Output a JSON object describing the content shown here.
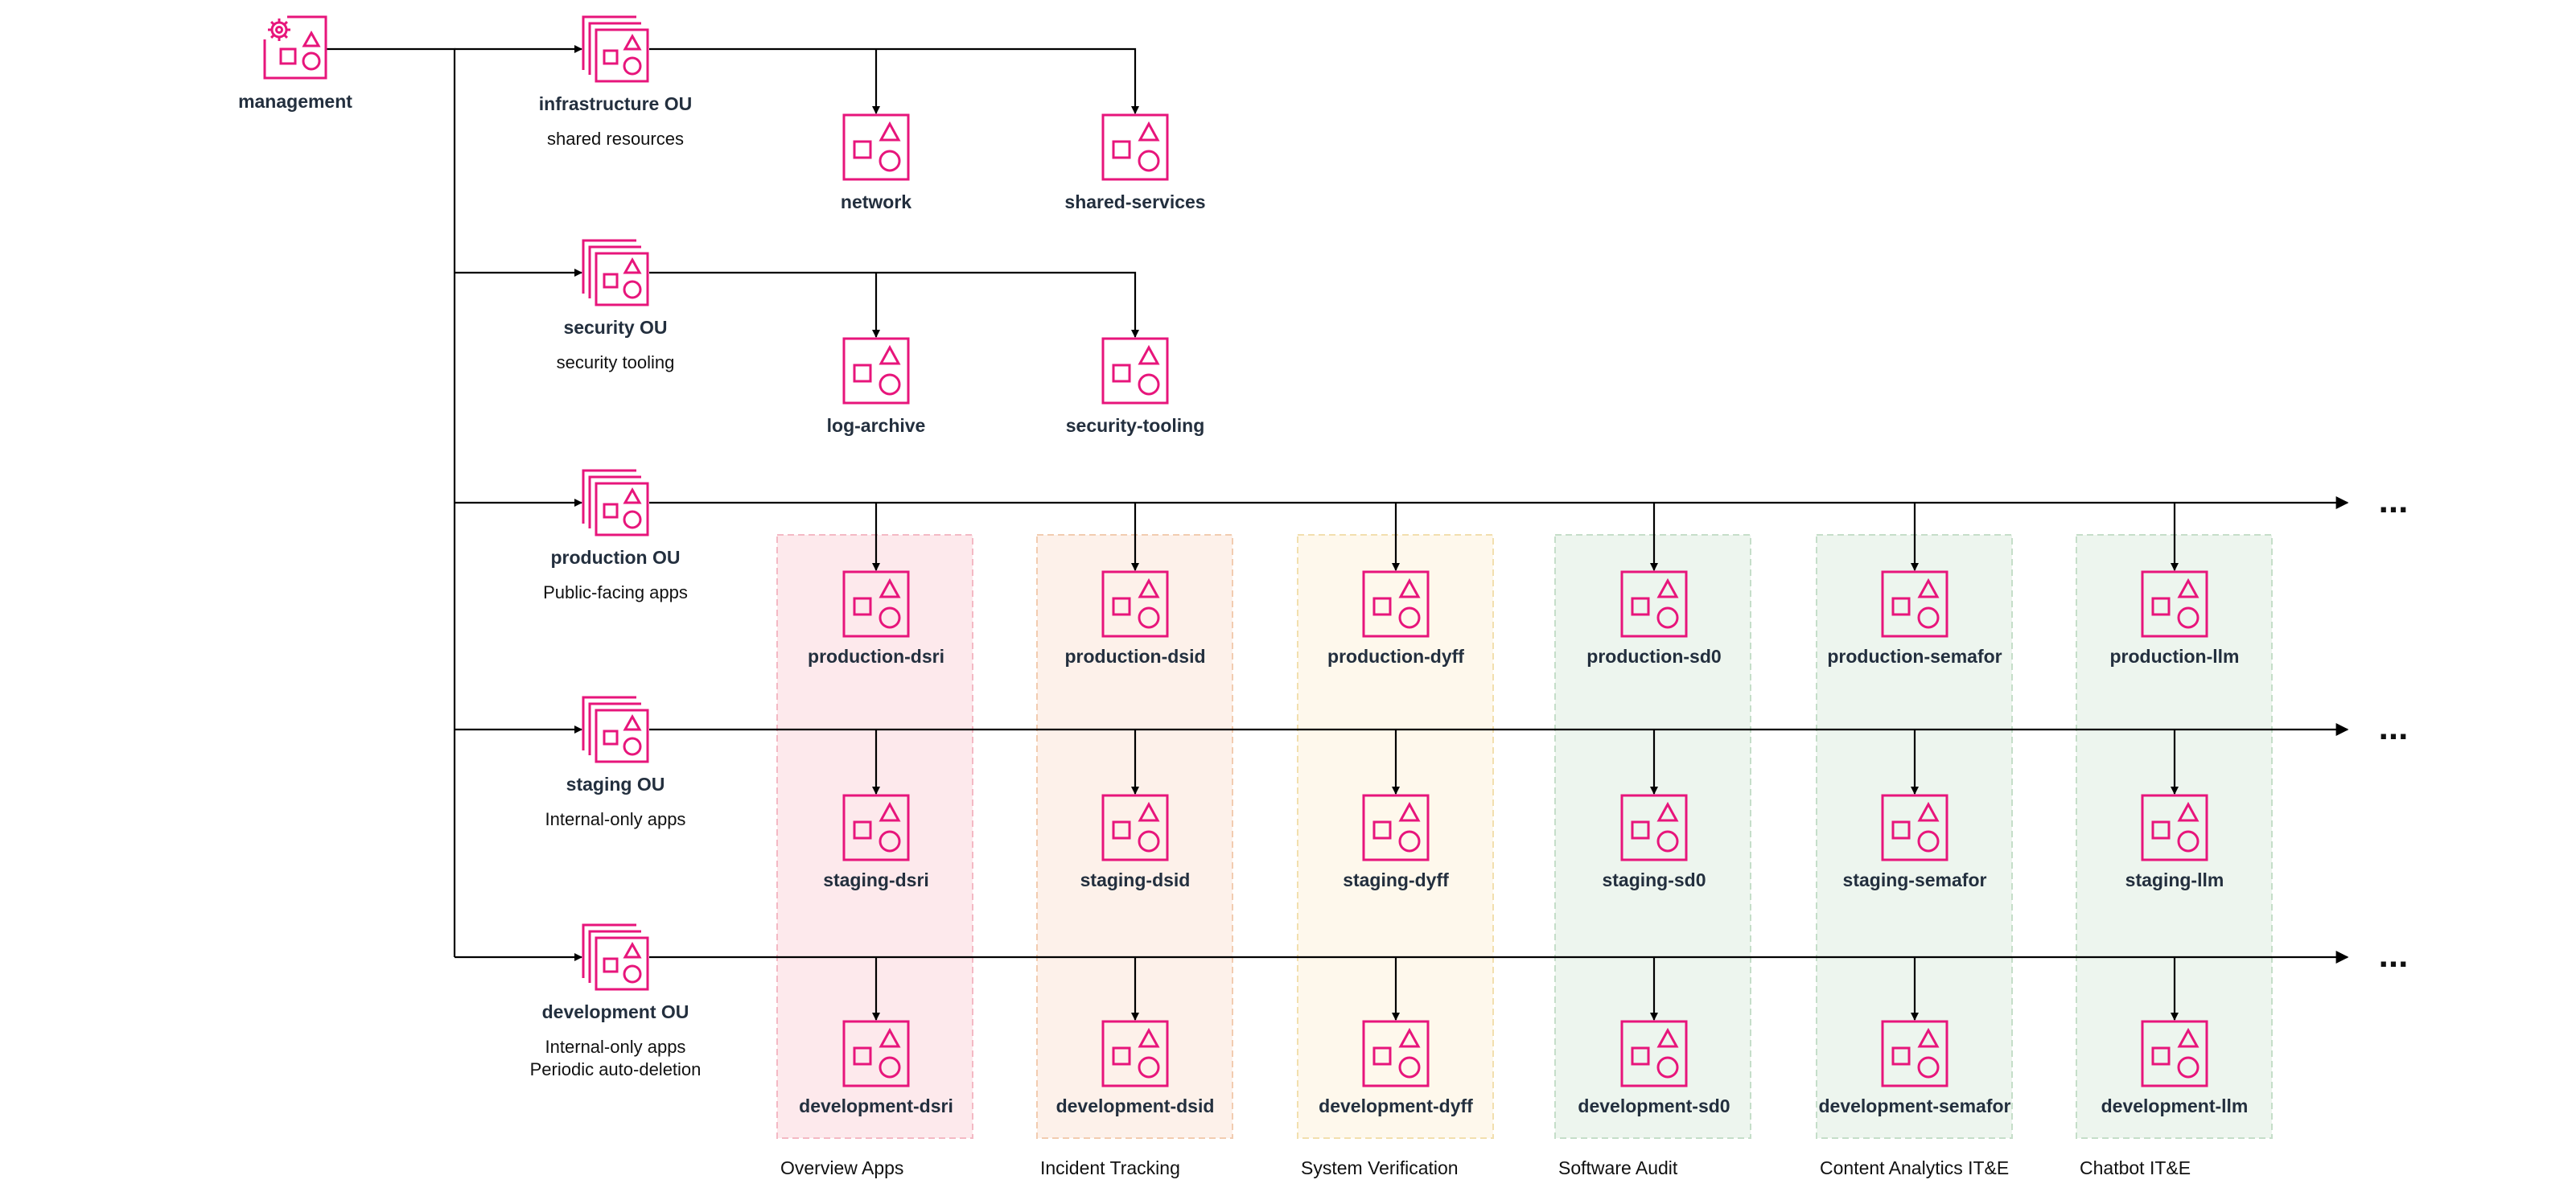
{
  "colors": {
    "icon": "#e7157b",
    "line": "#000000"
  },
  "management": {
    "label": "management",
    "icon": "organization-management-account-icon"
  },
  "ous": [
    {
      "name": "infrastructure OU",
      "desc": [
        "shared resources"
      ],
      "accounts": [
        "network",
        "shared-services"
      ]
    },
    {
      "name": "security OU",
      "desc": [
        "security tooling"
      ],
      "accounts": [
        "log-archive",
        "security-tooling"
      ]
    },
    {
      "name": "production OU",
      "desc": [
        "Public-facing apps"
      ],
      "accounts": [
        "production-dsri",
        "production-dsid",
        "production-dyff",
        "production-sd0",
        "production-semafor",
        "production-llm"
      ],
      "more": "..."
    },
    {
      "name": "staging OU",
      "desc": [
        "Internal-only apps"
      ],
      "accounts": [
        "staging-dsri",
        "staging-dsid",
        "staging-dyff",
        "staging-sd0",
        "staging-semafor",
        "staging-llm"
      ],
      "more": "..."
    },
    {
      "name": "development OU",
      "desc": [
        "Internal-only apps",
        "Periodic auto-deletion"
      ],
      "accounts": [
        "development-dsri",
        "development-dsid",
        "development-dyff",
        "development-sd0",
        "development-semafor",
        "development-llm"
      ],
      "more": "..."
    }
  ],
  "projects": [
    {
      "name": "Overview Apps",
      "color": "#fde9ec",
      "border": "#f4b9c4"
    },
    {
      "name": "Incident Tracking",
      "color": "#fdf1ea",
      "border": "#f2ccb0"
    },
    {
      "name": "System Verification",
      "color": "#fef8ec",
      "border": "#f2dfae"
    },
    {
      "name": "Software Audit",
      "color": "#edf5ee",
      "border": "#c5dec9"
    },
    {
      "name": "Content Analytics IT&E",
      "color": "#edf5ee",
      "border": "#c5dec9"
    },
    {
      "name": "Chatbot IT&E",
      "color": "#edf5ee",
      "border": "#c5dec9"
    }
  ]
}
